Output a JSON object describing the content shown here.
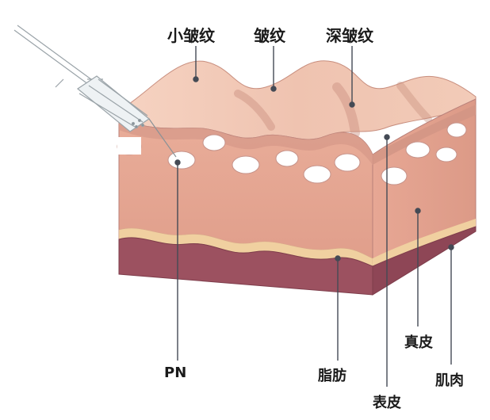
{
  "labels": {
    "fine_wrinkles": "小皱纹",
    "wrinkles": "皱纹",
    "deep_wrinkles": "深皱纹",
    "pn": "PN",
    "fat": "脂肪",
    "epidermis": "表皮",
    "dermis": "真皮",
    "muscle": "肌肉"
  },
  "colors": {
    "skin_top_light": "#f3c9b6",
    "skin_top_shade": "#c98f7e",
    "epidermis_band": "#d9a08f",
    "dermis": "#e7a995",
    "fat_band": "#efcf9f",
    "muscle": "#9c5160",
    "outline": "#8b5e55"
  },
  "icons": [
    "syringe-icon"
  ]
}
